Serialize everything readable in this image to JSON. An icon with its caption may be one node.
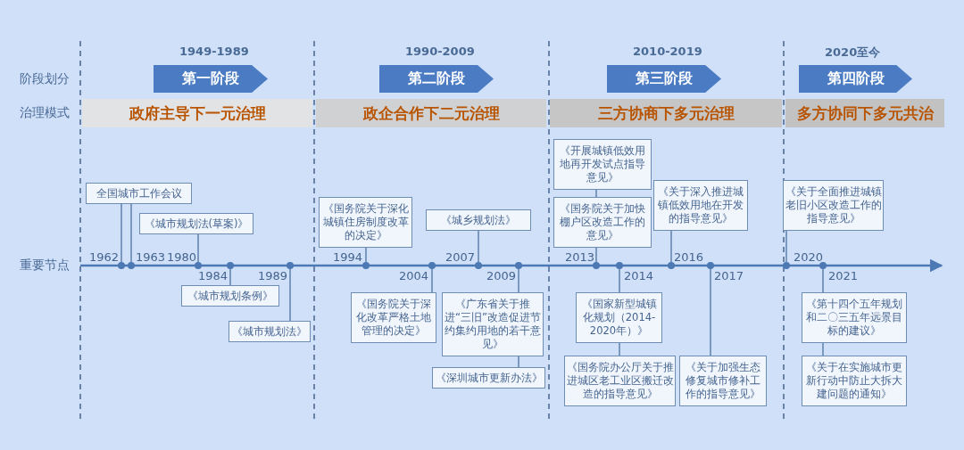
{
  "diagram": {
    "nodes": [
      {
        "text": [
          "第一阶段"
        ],
        "beside": [
          "1949-1989"
        ]
      },
      {
        "text": [
          "第二阶段"
        ],
        "beside": [
          "1990-2009"
        ]
      },
      {
        "text": [
          "第三阶段"
        ],
        "beside": [
          "2010-2019"
        ]
      },
      {
        "text": [
          "第四阶段"
        ],
        "beside": [
          "2020至今"
        ]
      },
      {
        "text": [
          "政府主导下一元治理"
        ]
      },
      {
        "text": [
          "政企合作下二元治理"
        ]
      },
      {
        "text": [
          "三方协商下多元治理"
        ]
      },
      {
        "text": [
          "多方协同下多元共治"
        ]
      },
      {
        "text": [],
        "shape": "circle",
        "beside": [
          "1962"
        ]
      },
      {
        "text": [],
        "shape": "circle",
        "beside": [
          "1963"
        ]
      },
      {
        "text": [],
        "shape": "circle",
        "beside": [
          "1980"
        ]
      },
      {
        "text": [],
        "shape": "circle",
        "beside": [
          "1984"
        ]
      },
      {
        "text": [],
        "shape": "circle",
        "beside": [
          "1989"
        ]
      },
      {
        "text": [],
        "shape": "circle",
        "beside": [
          "1994"
        ]
      },
      {
        "text": [],
        "shape": "circle",
        "beside": [
          "2004"
        ]
      },
      {
        "text": [],
        "shape": "circle",
        "beside": [
          "2007"
        ]
      },
      {
        "text": [],
        "shape": "circle",
        "beside": [
          "2009"
        ]
      },
      {
        "text": [],
        "shape": "circle",
        "beside": [
          "2013"
        ]
      },
      {
        "text": [],
        "shape": "circle",
        "beside": [
          "2014"
        ]
      },
      {
        "text": [],
        "shape": "circle",
        "beside": [
          "2016"
        ]
      },
      {
        "text": [],
        "shape": "circle",
        "beside": [
          "2017"
        ]
      },
      {
        "text": [],
        "shape": "circle",
        "beside": [
          "2020"
        ]
      },
      {
        "text": [],
        "shape": "circle",
        "beside": [
          "2021"
        ]
      },
      {
        "text": [
          "全国城市工作会议"
        ]
      },
      {
        "text": [
          "《城市规划法(草案)》"
        ]
      },
      {
        "text": [
          "《城市规划条例》"
        ]
      },
      {
        "text": [
          "《城市规划法》"
        ]
      },
      {
        "text": [
          "《国务院关于深化城镇住房制度改革的决定》"
        ]
      },
      {
        "text": [
          "《国务院关于深化改革严格土地管理的决定》"
        ]
      },
      {
        "text": [
          "《城乡规划法》"
        ]
      },
      {
        "text": [
          "《广东省关于推进“三旧”改造促进节约集约用地的若干意见》"
        ]
      },
      {
        "text": [
          "《深圳城市更新办法》"
        ]
      },
      {
        "text": [
          "《开展城镇低效用地再开发试点指导意见》"
        ]
      },
      {
        "text": [
          "《国务院关于加快棚户区改造工作的意见》"
        ]
      },
      {
        "text": [
          "《国家新型城镇化规划（2014-2020年）》"
        ]
      },
      {
        "text": [
          "《国务院办公厅关于推进城区老工业区搬迁改造的指导意见》"
        ]
      },
      {
        "text": [
          "《关于深入推进城镇低效用地在开发的指导意见》"
        ]
      },
      {
        "text": [
          "《关于加强生态修复城市修补工作的指导意见》"
        ]
      },
      {
        "text": [
          "《关于全面推进城镇老旧小区改造工作的指导意见》"
        ]
      },
      {
        "text": [
          "《第十四个五年规划和二〇三五年远景目标的建议》"
        ]
      },
      {
        "text": [
          "《关于在实施城市更新行动中防止大拆大建问题的通知》"
        ]
      }
    ],
    "edges": [
      {
        "from": 23,
        "to": 8,
        "arrow": "none"
      },
      {
        "from": 23,
        "to": 9,
        "arrow": "none"
      },
      {
        "from": 24,
        "to": 10,
        "arrow": "none"
      },
      {
        "from": 25,
        "to": 11,
        "arrow": "none"
      },
      {
        "from": 26,
        "to": 12,
        "arrow": "none"
      },
      {
        "from": 27,
        "to": 13,
        "arrow": "none"
      },
      {
        "from": 28,
        "to": 14,
        "arrow": "none"
      },
      {
        "from": 29,
        "to": 15,
        "arrow": "none"
      },
      {
        "from": 30,
        "to": 16,
        "arrow": "none"
      },
      {
        "from": 31,
        "to": 30,
        "arrow": "none"
      },
      {
        "from": 32,
        "to": 33,
        "arrow": "none"
      },
      {
        "from": 33,
        "to": 17,
        "arrow": "none"
      },
      {
        "from": 34,
        "to": 18,
        "arrow": "none"
      },
      {
        "from": 35,
        "to": 34,
        "arrow": "none"
      },
      {
        "from": 36,
        "to": 19,
        "arrow": "none"
      },
      {
        "from": 37,
        "to": 20,
        "arrow": "none"
      },
      {
        "from": 38,
        "to": 21,
        "arrow": "none"
      },
      {
        "from": 39,
        "to": 22,
        "arrow": "none"
      },
      {
        "from": 40,
        "to": 39,
        "arrow": "none"
      }
    ],
    "labels": [
      "阶段划分",
      "治理模式",
      "重要节点"
    ]
  }
}
